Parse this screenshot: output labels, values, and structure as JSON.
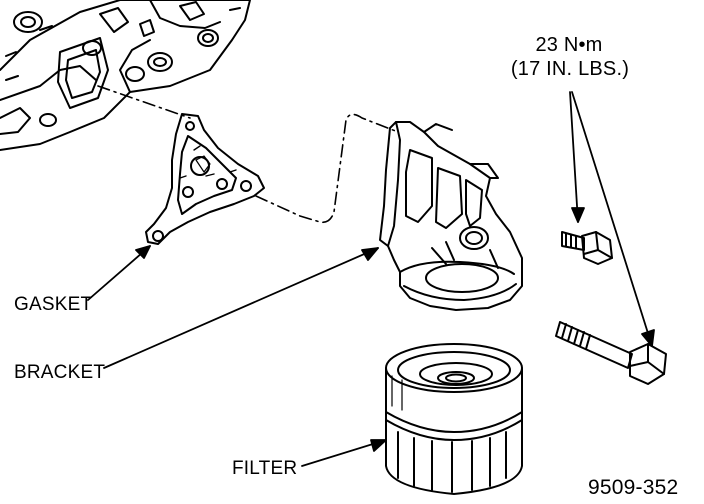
{
  "labels": {
    "gasket": "GASKET",
    "bracket": "BRACKET",
    "filter": "FILTER"
  },
  "torque": {
    "metric": "23 N•m",
    "imperial": "(17 IN. LBS.)"
  },
  "figure_number": "9509-352",
  "colors": {
    "ink": "#000000",
    "paper": "#ffffff"
  }
}
